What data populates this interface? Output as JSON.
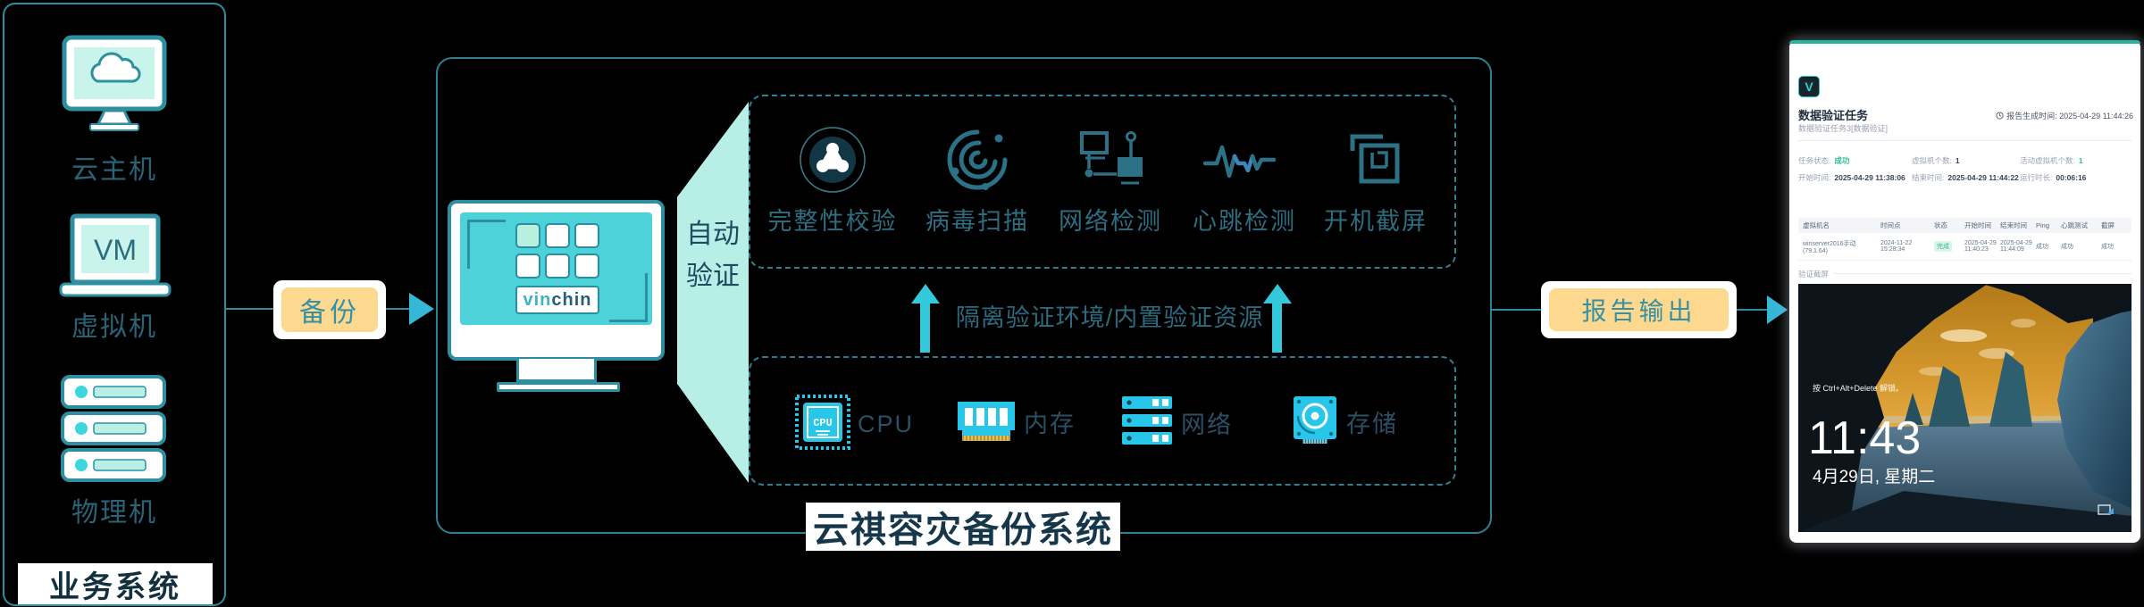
{
  "colors": {
    "accent_teal": "#2d8fa0",
    "bright_cyan": "#28c6e8",
    "flow_yellow": "#fcd98f",
    "arrow_cyan": "#33c9db",
    "report_accent": "#25b49e",
    "status_green": "#2dbd96"
  },
  "left_panel": {
    "title": "业务系统",
    "items": [
      {
        "label": "云主机",
        "icon": "cloud-host-icon"
      },
      {
        "label": "虚拟机",
        "icon": "vm-laptop-icon",
        "screen_text": "VM"
      },
      {
        "label": "物理机",
        "icon": "physical-server-icon"
      }
    ]
  },
  "flow": {
    "backup_label": "备份",
    "report_label": "报告输出",
    "auto_line1": "自动",
    "auto_line2": "验证"
  },
  "system_box": {
    "title": "云祺容灾备份系统",
    "brand_part1": "vin",
    "brand_part2": "chin",
    "verify_items": [
      {
        "label": "完整性校验",
        "icon": "integrity-check-icon"
      },
      {
        "label": "病毒扫描",
        "icon": "virus-scan-icon"
      },
      {
        "label": "网络检测",
        "icon": "network-check-icon"
      },
      {
        "label": "心跳检测",
        "icon": "heartbeat-icon"
      },
      {
        "label": "开机截屏",
        "icon": "boot-screenshot-icon"
      }
    ],
    "middle_text": "隔离验证环境/内置验证资源",
    "resources": [
      {
        "label": "CPU",
        "icon": "cpu-icon"
      },
      {
        "label": "内存",
        "icon": "memory-icon"
      },
      {
        "label": "网络",
        "icon": "network-servers-icon"
      },
      {
        "label": "存储",
        "icon": "storage-icon"
      }
    ],
    "cpu_chip_text": "CPU"
  },
  "report": {
    "logo_letter": "V",
    "title": "数据验证任务",
    "subtitle": "数据验证任务3[数据验证]",
    "generated_label": "报告生成时间: 2025-04-29 11:44:26",
    "fields": [
      {
        "label": "任务状态:",
        "value": "成功",
        "highlight": true
      },
      {
        "label": "虚拟机个数:",
        "value": "1",
        "highlight": false
      },
      {
        "label": "活动虚拟机个数:",
        "value": "1",
        "highlight": true
      },
      {
        "label": "开始时间:",
        "value": "2025-04-29 11:38:06",
        "highlight": false
      },
      {
        "label": "结束时间:",
        "value": "2025-04-29 11:44:22",
        "highlight": false
      },
      {
        "label": "运行时长:",
        "value": "00:06:16",
        "highlight": false
      }
    ],
    "table": {
      "headers": [
        "虚拟机名",
        "时间点",
        "状态",
        "开始时间",
        "结束时间",
        "Ping",
        "心跳测试",
        "截屏"
      ],
      "row": {
        "name": "winserver2016手动 (79.1.64)",
        "time_point": "2024-11-22 15:28:34",
        "status": "完成",
        "start": "2025-04-29 11:40:23",
        "end": "2025-04-29 11:44:09",
        "ping": "成功",
        "heartbeat": "成功",
        "screenshot": "成功"
      }
    },
    "screenshot_label": "验证截屏",
    "lockscreen": {
      "unlock_hint": "按 Ctrl+Alt+Delete 解锁。",
      "time": "11:43",
      "date": "4月29日, 星期二"
    }
  }
}
